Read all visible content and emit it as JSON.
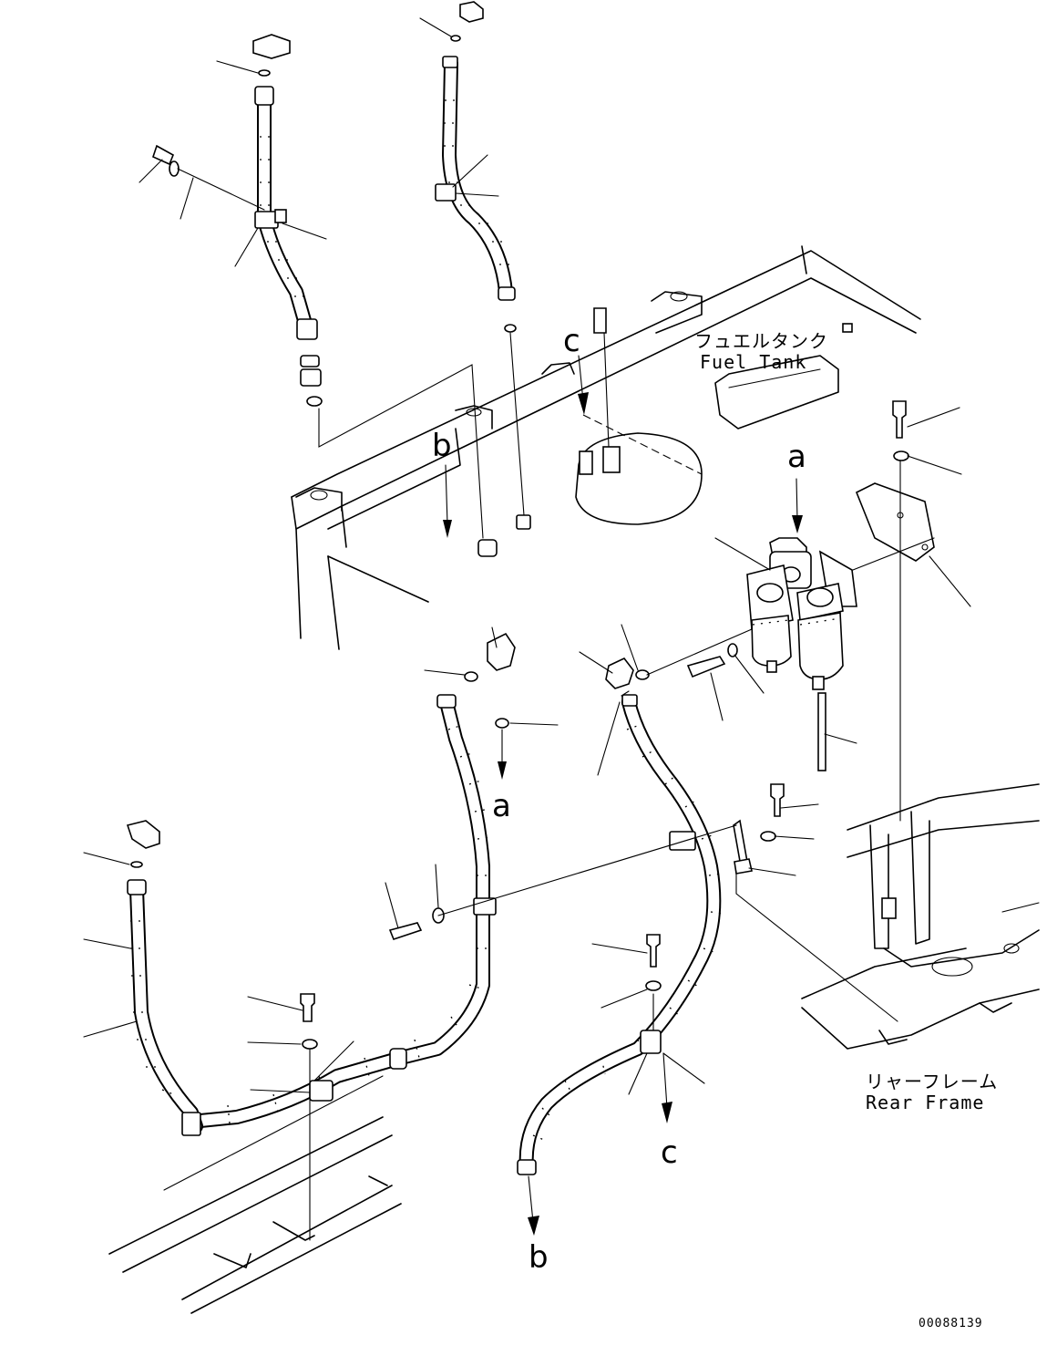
{
  "references": {
    "a_top": "a",
    "a_bottom": "a",
    "b_top": "b",
    "b_bottom": "b",
    "c_top": "c",
    "c_bottom": "c"
  },
  "labels": {
    "fuel_tank_jp": "フュエルタンク",
    "fuel_tank_en": "Fuel Tank",
    "rear_frame_jp": "リャーフレーム",
    "rear_frame_en": "Rear Frame"
  },
  "drawing_number": "00088139"
}
